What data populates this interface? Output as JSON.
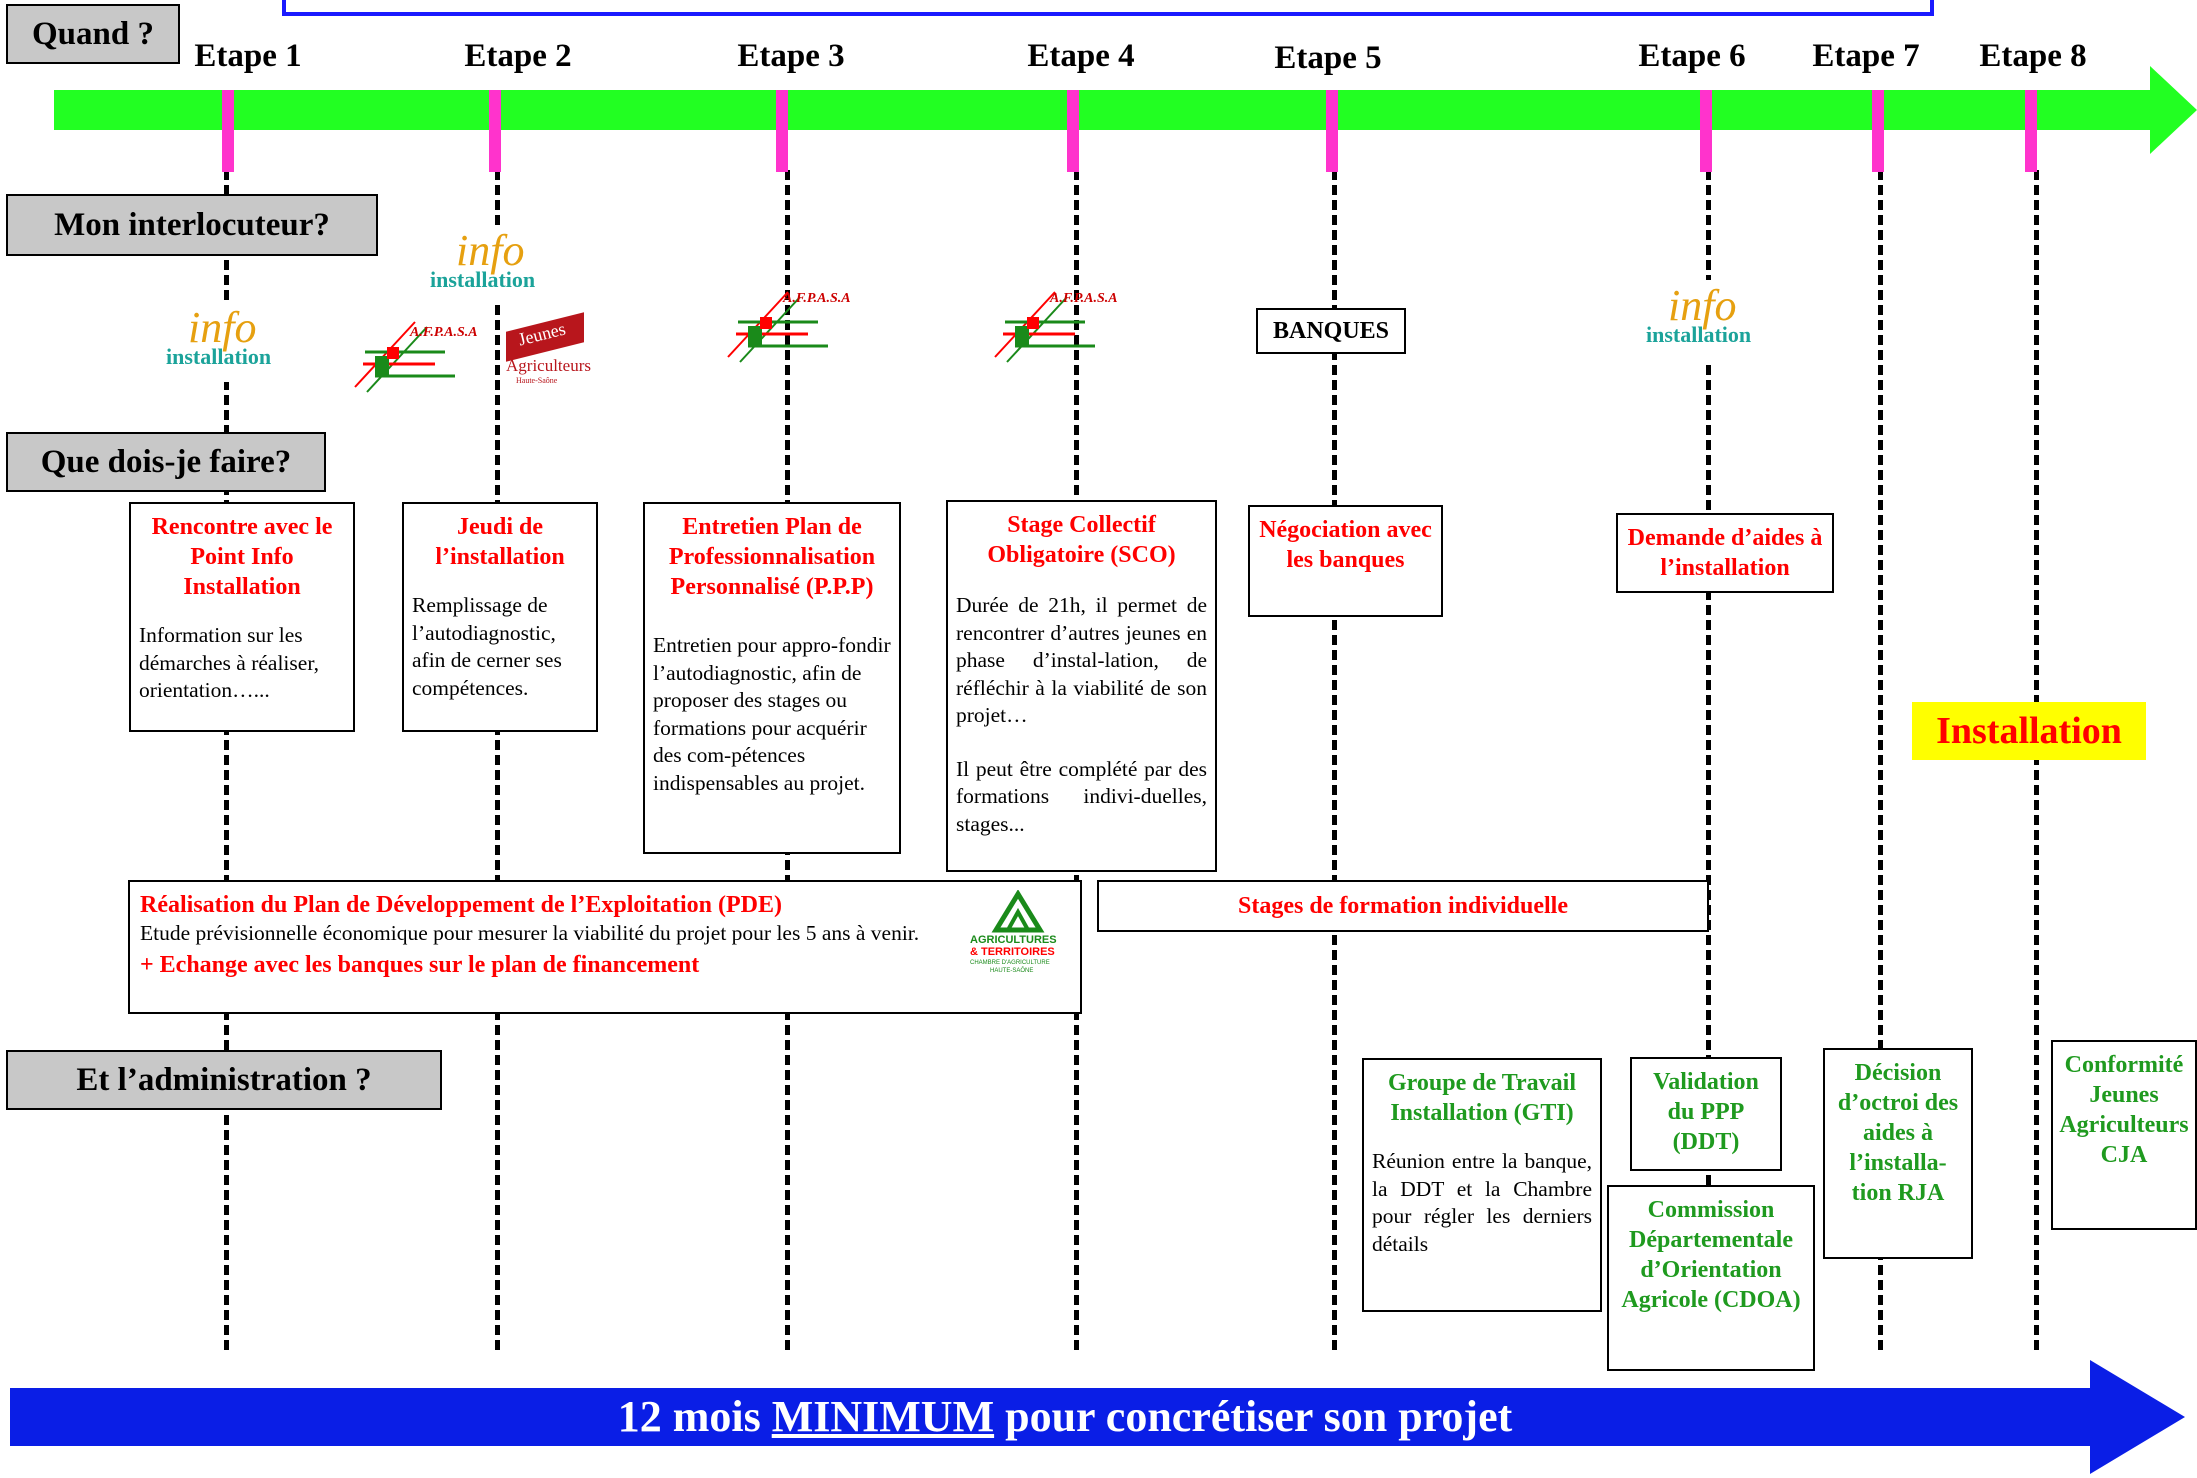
{
  "labels": {
    "quand": "Quand ?",
    "interlocuteur": "Mon interlocuteur?",
    "que_faire": "Que dois-je faire?",
    "administration": "Et l’administration ?"
  },
  "steps": [
    "Etape 1",
    "Etape 2",
    "Etape 3",
    "Etape 4",
    "Etape 5",
    "Etape 6",
    "Etape 7",
    "Etape 8"
  ],
  "logos": {
    "info_word": "info",
    "installation_word": "installation",
    "afpasa": "A.F.P.A.S.A",
    "jeunes": "Jeunes",
    "agriculteurs": "Agriculteurs",
    "haute_saone": "Haute-Saône",
    "banques": "BANQUES",
    "agri_line1": "AGRICULTURES",
    "agri_line2": "& TERRITOIRES",
    "agri_line3": "CHAMBRE D'AGRICULTURE",
    "agri_line4": "HAUTE-SAÔNE"
  },
  "tasks": {
    "t1_title": "Rencontre avec le Point Info Installation",
    "t1_body": "Information sur les démarches à réaliser, orientation…...",
    "t2_title": "Jeudi de l’installation",
    "t2_body": "Remplissage de l’autodiagnostic, afin de cerner ses compétences.",
    "t3_title": "Entretien Plan de Professionnalisation Personnalisé (P.P.P)",
    "t3_body": "Entretien pour appro-fondir l’autodiagnostic, afin de proposer des stages ou formations pour acquérir des com-pétences indispensables au  projet.",
    "t4_title": "Stage Collectif Obligatoire (SCO)",
    "t4_body1": "Durée de 21h, il permet de rencontrer d’autres jeunes en phase d’instal-lation, de réfléchir à la viabilité de son  projet…",
    "t4_body2": "Il peut être complété par des formations indivi-duelles, stages...",
    "t5_title": "Négociation avec les banques",
    "t6_title": "Demande d’aides à l’installation",
    "installation": "Installation",
    "pde_title": "Réalisation du Plan de Développement de l’Exploitation (PDE)",
    "pde_body": "Etude prévisionnelle économique pour mesurer la viabilité du projet pour les 5 ans à venir.",
    "pde_extra": "+ Echange avec les banques sur le plan de financement",
    "stages_indiv": "Stages de formation individuelle"
  },
  "admin": {
    "gti_title": "Groupe de Travail Installation (GTI)",
    "gti_body": "Réunion entre la banque, la DDT et la Chambre pour  régler les derniers détails",
    "ppp_title": "Validation du PPP (DDT)",
    "cdoa_title": "Commission Départementale d’Orientation Agricole (CDOA)",
    "rja_title": "Décision d’octroi des aides à l’installa-tion RJA",
    "cja_title": "Conformité Jeunes Agriculteurs CJA"
  },
  "footer": {
    "prefix": "12 mois ",
    "emphasis": "MINIMUM",
    "suffix": " pour concrétiser son projet"
  },
  "colors": {
    "timeline": "#22ff22",
    "tick": "#ff33cc",
    "bottom_arrow": "#0a1ee6",
    "task_title": "#ff0000",
    "admin_title": "#1f9a1f",
    "installation_bg": "#ffff00"
  }
}
